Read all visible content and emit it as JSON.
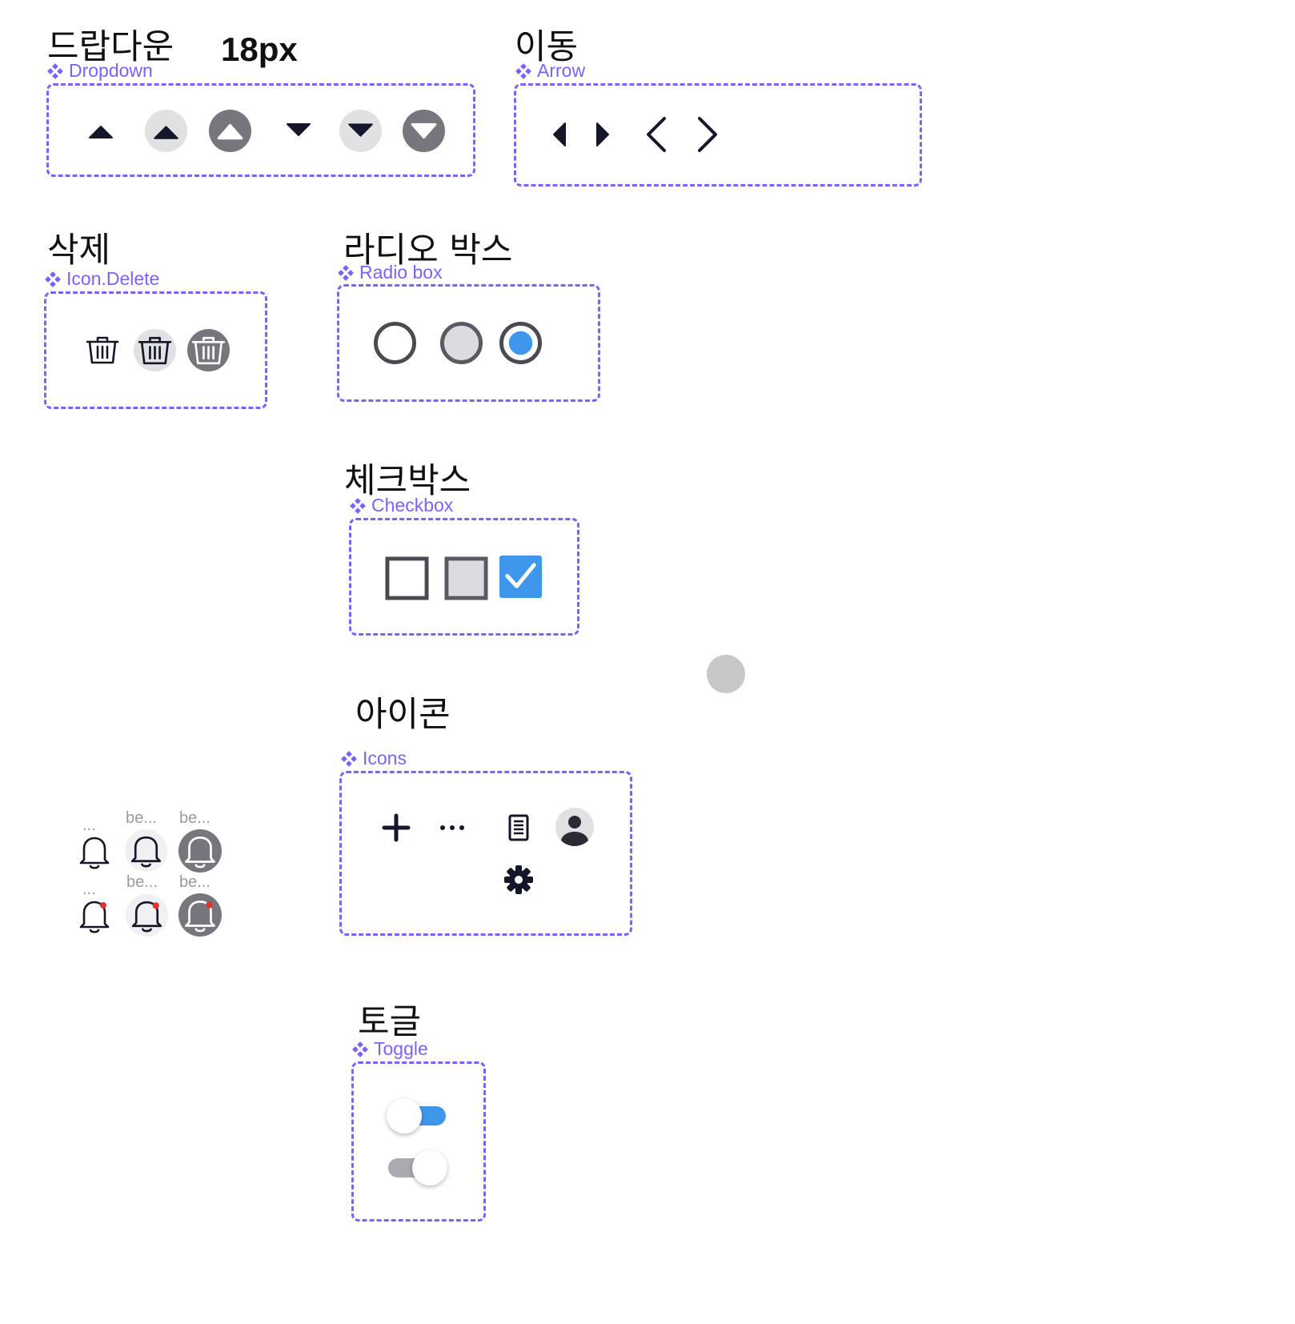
{
  "sections": {
    "dropdown": {
      "title": "드랍다운",
      "size_note": "18px",
      "component": "Dropdown"
    },
    "arrow": {
      "title": "이동",
      "component": "Arrow"
    },
    "delete": {
      "title": "삭제",
      "component": "Icon.Delete"
    },
    "radio": {
      "title": "라디오 박스",
      "component": "Radio box"
    },
    "checkbox": {
      "title": "체크박스",
      "component": "Checkbox"
    },
    "icons": {
      "title": "아이콘",
      "component": "Icons"
    },
    "toggle": {
      "title": "토글",
      "component": "Toggle"
    }
  },
  "bells": {
    "labels": [
      "...",
      "be...",
      "be...",
      "...",
      "be...",
      "be..."
    ]
  },
  "toggles": [
    {
      "state": "on",
      "track_color": "#3f97ec"
    },
    {
      "state": "off",
      "track_color": "#a9abb0"
    }
  ],
  "colors": {
    "component_purple": "#7b61ff",
    "dark_icon": "#14172a",
    "hover_gray": "#e1e1e4",
    "pressed_gray": "#76767c",
    "selected_blue": "#3f97ec",
    "notification_red": "#e0312f"
  },
  "icon_names": [
    "caret-up",
    "caret-down",
    "caret-left",
    "caret-right",
    "chevron-left",
    "chevron-right",
    "trash",
    "radio",
    "checkbox",
    "plus",
    "more",
    "document",
    "user",
    "gear",
    "bell",
    "bell-notification"
  ]
}
